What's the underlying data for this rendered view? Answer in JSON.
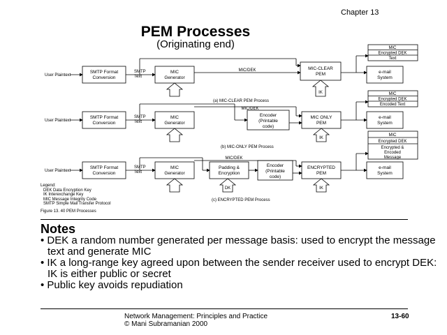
{
  "header": {
    "chapter": "Chapter 13"
  },
  "title": "PEM Processes",
  "subtitle": "(Originating end)",
  "diagram": {
    "user_plaintext": "User Plaintext",
    "smtp_format": [
      "SMTP Format",
      "Conversion"
    ],
    "smtp_text": [
      "SMTP",
      "Text"
    ],
    "mic_generator": [
      "MIC",
      "Generator"
    ],
    "mic_dek": "MIC/DEK",
    "mic_clear_pem": [
      "MIC-CLEAR",
      "PEM"
    ],
    "mic_only_pem": [
      "MIC ONLY",
      "PEM"
    ],
    "encrypted_pem": [
      "ENCRYPTED",
      "PEM"
    ],
    "encoder": [
      "Encoder",
      "(Printable",
      "code)"
    ],
    "padding_encryption": [
      "Padding &",
      "Encryption"
    ],
    "email_system": [
      "e-mail",
      "System"
    ],
    "ik": "IK",
    "dk": "DK",
    "caption_a": "(a) MIC-CLEAR PEM Process",
    "caption_b": "(b) MIC-ONLY PEM Process",
    "caption_c": "(c) ENCRYPTED PEM Process",
    "msg_a": [
      "MIC",
      "Encrypted DEK",
      "Text"
    ],
    "msg_b": [
      "MIC",
      "Encrypted DEK",
      "Encoded Text"
    ],
    "msg_c": [
      "MIC",
      "Encrypted DEK",
      "Encrypted &",
      "Encoded",
      "Message"
    ]
  },
  "legend": {
    "heading": "Legend:",
    "items": [
      "DEK Data Encryption Key",
      "IK Interexchange Key",
      "MIC  Message Integrity Code",
      "SMTP  Simple Mail Transfer Protocol"
    ],
    "figure": "Figure 13. 40 PEM Processes"
  },
  "notes": {
    "heading": "Notes",
    "items": [
      "• DEK a random number generated per message basis: used to encrypt the message text and generate MIC",
      "• IK a long-range key agreed upon between the sender receiver used to encrypt DEK: IK is either public or secret",
      "• Public key avoids repudiation"
    ]
  },
  "footer": {
    "line1": "Network Management: Principles and Practice",
    "line2": "©  Mani Subramanian 2000",
    "page": "13-60"
  }
}
